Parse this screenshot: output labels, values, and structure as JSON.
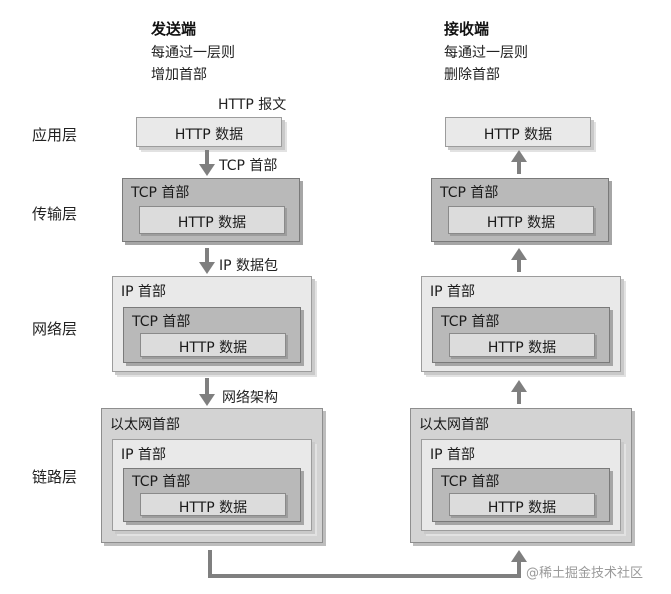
{
  "sender": {
    "title": "发送端",
    "line1": "每通过一层则",
    "line2": "增加首部"
  },
  "receiver": {
    "title": "接收端",
    "line1": "每通过一层则",
    "line2": "删除首部"
  },
  "layers": {
    "application": "应用层",
    "transport": "传输层",
    "network": "网络层",
    "link": "链路层"
  },
  "annotations": {
    "http_message": "HTTP 报文",
    "tcp_header": "TCP 首部",
    "ip_packet": "IP 数据包",
    "network_frame": "网络架构"
  },
  "labels": {
    "http_data": "HTTP 数据",
    "tcp_header": "TCP 首部",
    "ip_header": "IP 首部",
    "ethernet_header": "以太网首部"
  },
  "watermark": "@稀土掘金技术社区",
  "colors": {
    "arrow": "#7f7f7f",
    "box_light": "#e9e9e9",
    "box_mid": "#d3d3d3",
    "box_dark": "#b9b9b9"
  }
}
